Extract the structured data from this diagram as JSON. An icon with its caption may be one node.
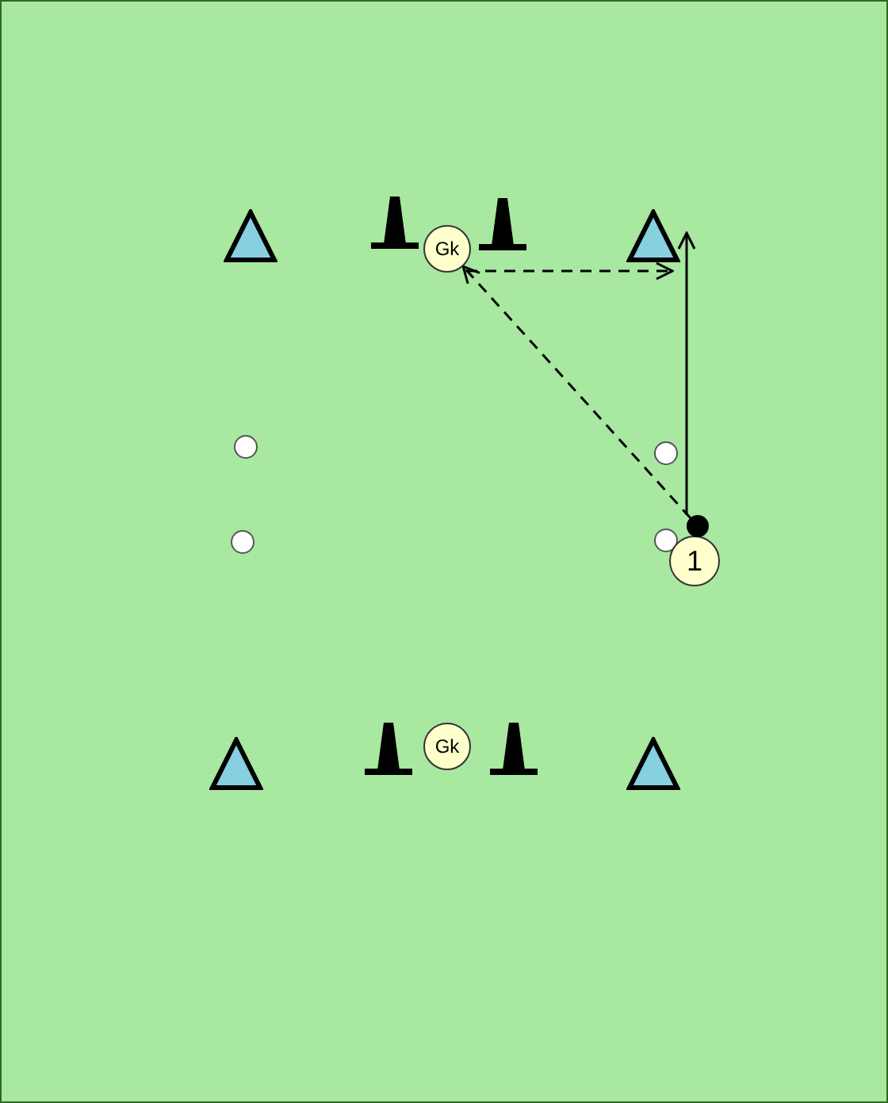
{
  "diagram": {
    "nodes": [
      {
        "text": [
          "Gk"
        ]
      },
      {
        "text": [
          "Gk"
        ]
      },
      {
        "text": [
          "1"
        ]
      },
      {
        "text": [],
        "shape": "circle"
      },
      {
        "text": [],
        "shape": "triangle"
      },
      {
        "text": [],
        "shape": "triangle"
      },
      {
        "text": [],
        "shape": "triangle"
      },
      {
        "text": [],
        "shape": "triangle"
      }
    ],
    "edges": [
      {
        "from": 3,
        "to": 0,
        "arrow": "to",
        "style": "dashed"
      },
      {
        "from": 0,
        "to": 5,
        "arrow": "to",
        "style": "dashed"
      },
      {
        "from": 3,
        "to": 5,
        "arrow": "to"
      }
    ]
  }
}
